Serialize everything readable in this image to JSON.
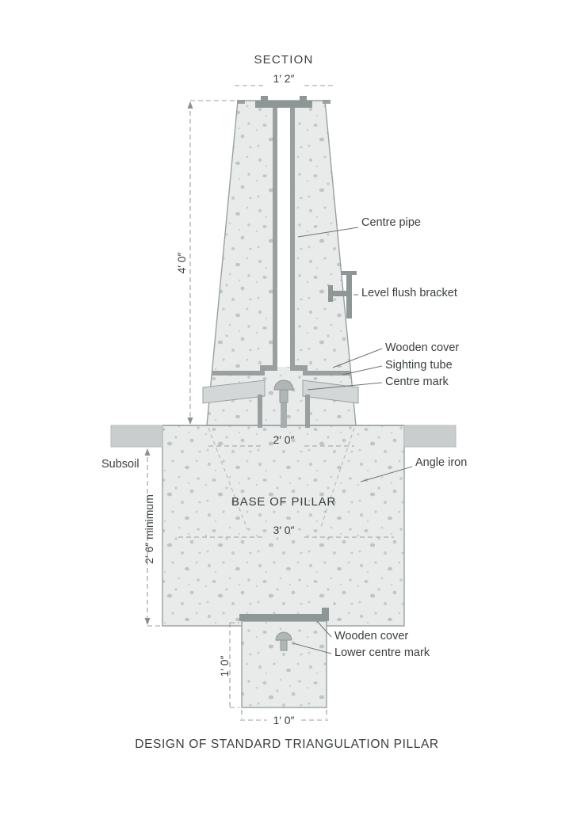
{
  "diagram": {
    "title": "SECTION",
    "caption": "DESIGN OF STANDARD TRIANGULATION PILLAR",
    "labels": {
      "centre_pipe": "Centre pipe",
      "level_flush_bracket": "Level flush bracket",
      "wooden_cover_top": "Wooden cover",
      "sighting_tube": "Sighting tube",
      "centre_mark": "Centre mark",
      "subsoil": "Subsoil",
      "angle_iron": "Angle iron",
      "base_of_pillar": "BASE OF PILLAR",
      "wooden_cover_lower": "Wooden cover",
      "lower_centre_mark": "Lower centre mark"
    },
    "dimensions": {
      "pillar_top_width": "1′ 2″",
      "pillar_height": "4′ 0″",
      "pillar_ground_width": "2′ 0″",
      "base_width": "3′ 0″",
      "base_depth": "2′ 6″ minimum",
      "lower_block_height": "1′ 0″",
      "lower_block_width": "1′ 0″"
    },
    "colors": {
      "concrete": "#e9ebeb",
      "speckle": "#c2c7c7",
      "outline": "#9aa0a0",
      "hardware_dark": "#8f9696",
      "subsoil_block": "#c9cdcd",
      "text": "#3a3f3f"
    }
  }
}
